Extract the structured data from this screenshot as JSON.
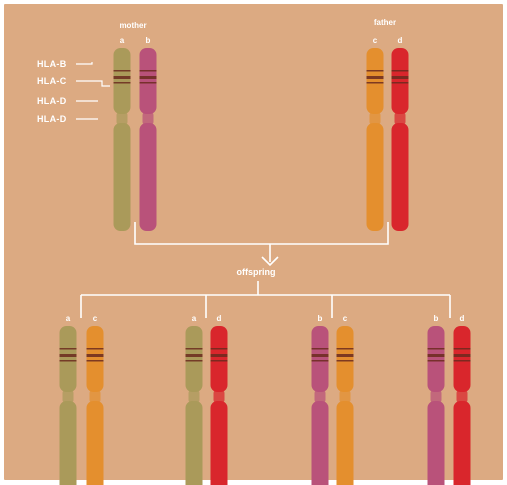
{
  "colors": {
    "background": "#dcaa82",
    "border": "#ffffff",
    "line": "#ffffff",
    "olive": "#aa9a5a",
    "pink": "#b9527a",
    "orange": "#e48f2e",
    "red": "#d9262c",
    "band": "#6b2a1e"
  },
  "diagram": {
    "parent_left_label": "mother",
    "parent_right_label": "father",
    "offspring_label": "offspring",
    "hla_loci": [
      "HLA-B",
      "HLA-C",
      "HLA-D",
      "HLA-D"
    ],
    "parents": [
      {
        "alleles": [
          "a",
          "b"
        ],
        "colors": [
          "olive",
          "pink"
        ]
      },
      {
        "alleles": [
          "c",
          "d"
        ],
        "colors": [
          "orange",
          "red"
        ]
      }
    ],
    "children": [
      {
        "alleles": [
          "a",
          "c"
        ],
        "colors": [
          "olive",
          "orange"
        ]
      },
      {
        "alleles": [
          "a",
          "d"
        ],
        "colors": [
          "olive",
          "red"
        ]
      },
      {
        "alleles": [
          "b",
          "c"
        ],
        "colors": [
          "pink",
          "orange"
        ]
      },
      {
        "alleles": [
          "b",
          "d"
        ],
        "colors": [
          "pink",
          "red"
        ]
      }
    ]
  }
}
